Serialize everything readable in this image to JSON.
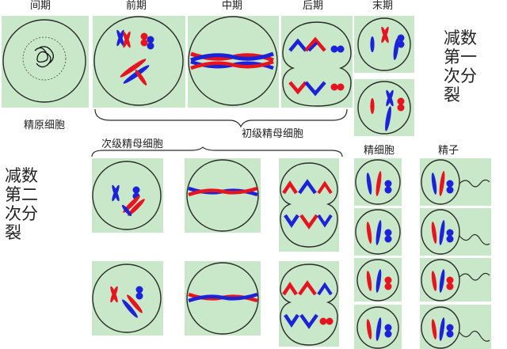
{
  "top_labels": {
    "interphase": "间期",
    "prophase": "前期",
    "metaphase": "中期",
    "anaphase": "后期",
    "telophase": "末期"
  },
  "cell_labels": {
    "spermatogonium": "精原细胞",
    "primary_spermatocyte": "初级精母细胞",
    "secondary_spermatocyte": "次级精母细胞",
    "spermatid": "精细胞",
    "sperm": "精子"
  },
  "side_labels": {
    "meiosis_1": "减数\n第一\n次分\n裂",
    "meiosis_2": "减数\n第二\n次分\n裂"
  },
  "colors": {
    "panel": "#c9e8c9",
    "maternal": "#e6141e",
    "paternal": "#1c22d8",
    "outline": "#2a2a2a"
  }
}
